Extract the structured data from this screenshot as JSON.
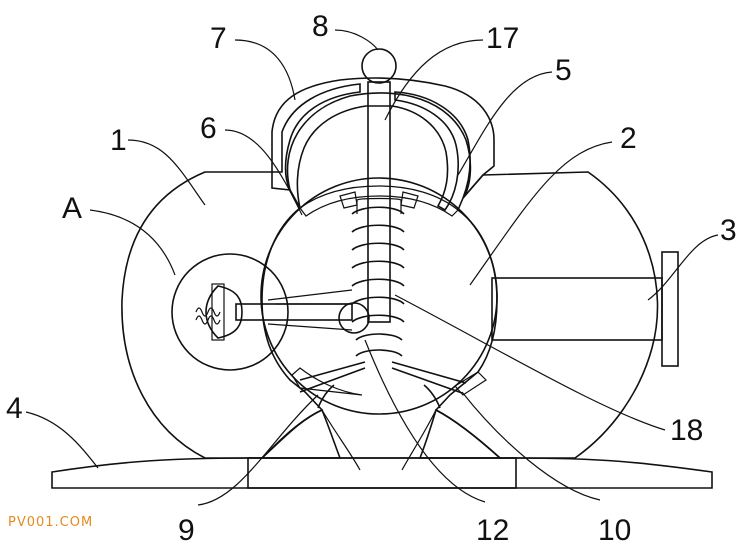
{
  "labels": {
    "l1": "1",
    "l2": "2",
    "l3": "3",
    "l4": "4",
    "l5": "5",
    "l6": "6",
    "l7": "7",
    "l8": "8",
    "l9": "9",
    "l10": "10",
    "l12": "12",
    "l17": "17",
    "l18": "18",
    "lA": "A"
  },
  "watermark": "PV001.COM"
}
